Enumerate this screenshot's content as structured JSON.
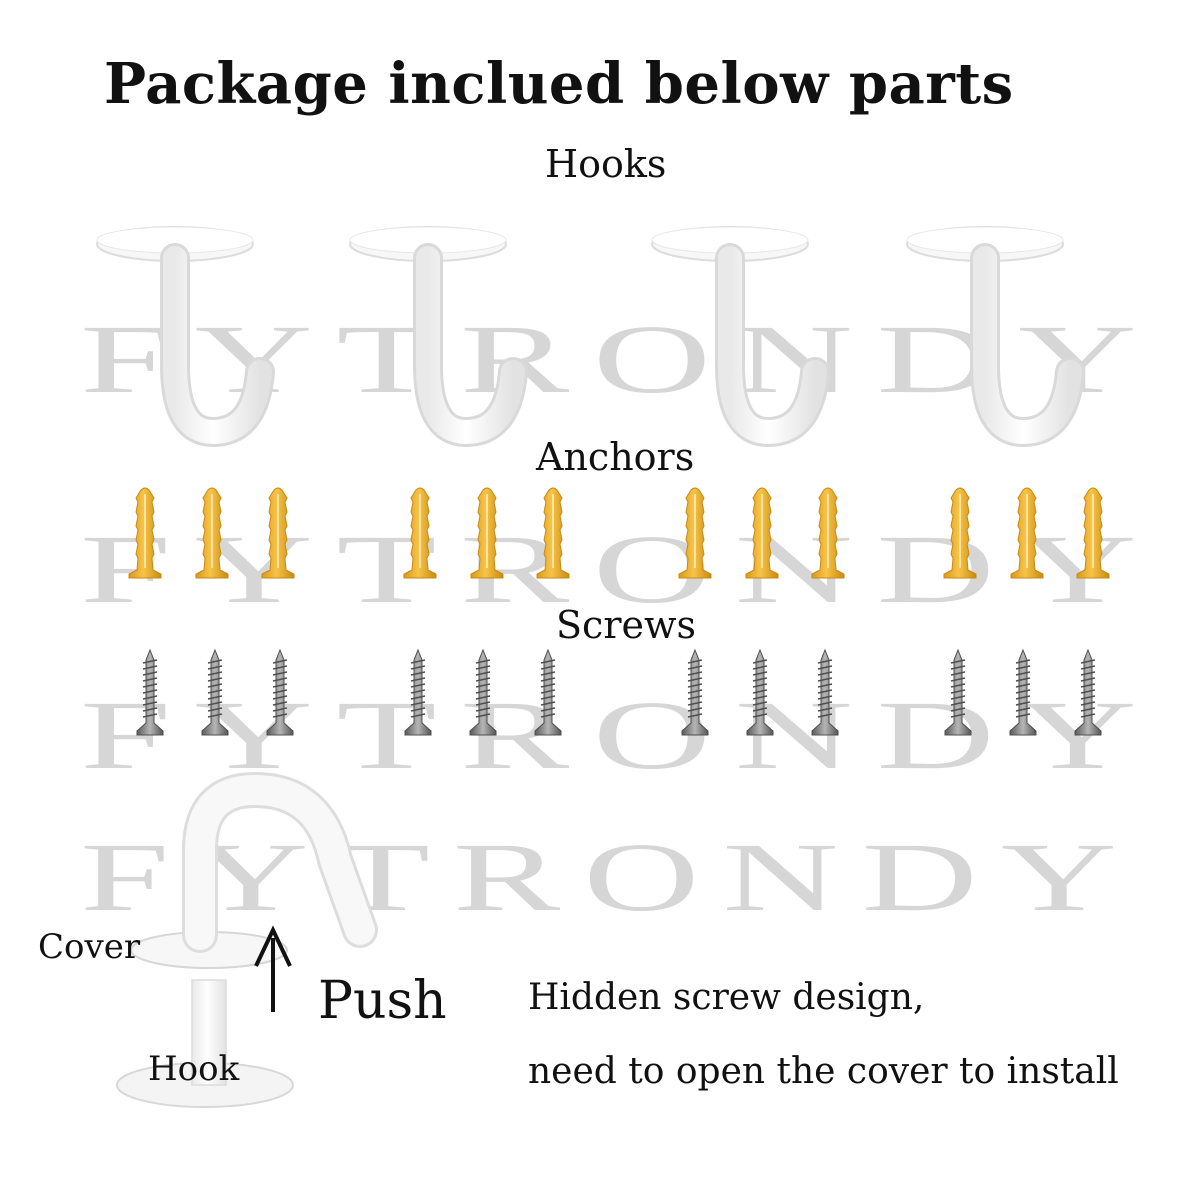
{
  "title": "Package inclued below parts",
  "sections": {
    "hooks_label": "Hooks",
    "anchors_label": "Anchors",
    "screws_label": "Screws"
  },
  "watermark": "FYTRONDY",
  "diagram": {
    "cover_label": "Cover",
    "push_label": "Push",
    "hook_label": "Hook"
  },
  "note": {
    "line1": "Hidden screw design,",
    "line2": "need to open the cover to install"
  },
  "counts": {
    "hooks": 4,
    "anchors": 12,
    "screws": 12
  },
  "colors": {
    "hook": "#f7f7f7",
    "hook_edge": "#dcdcdc",
    "anchor": "#f2b531",
    "anchor_dark": "#c88a12",
    "screw": "#8d8d8d",
    "screw_dark": "#4f4f4f",
    "watermark": "#d6d6d6"
  }
}
